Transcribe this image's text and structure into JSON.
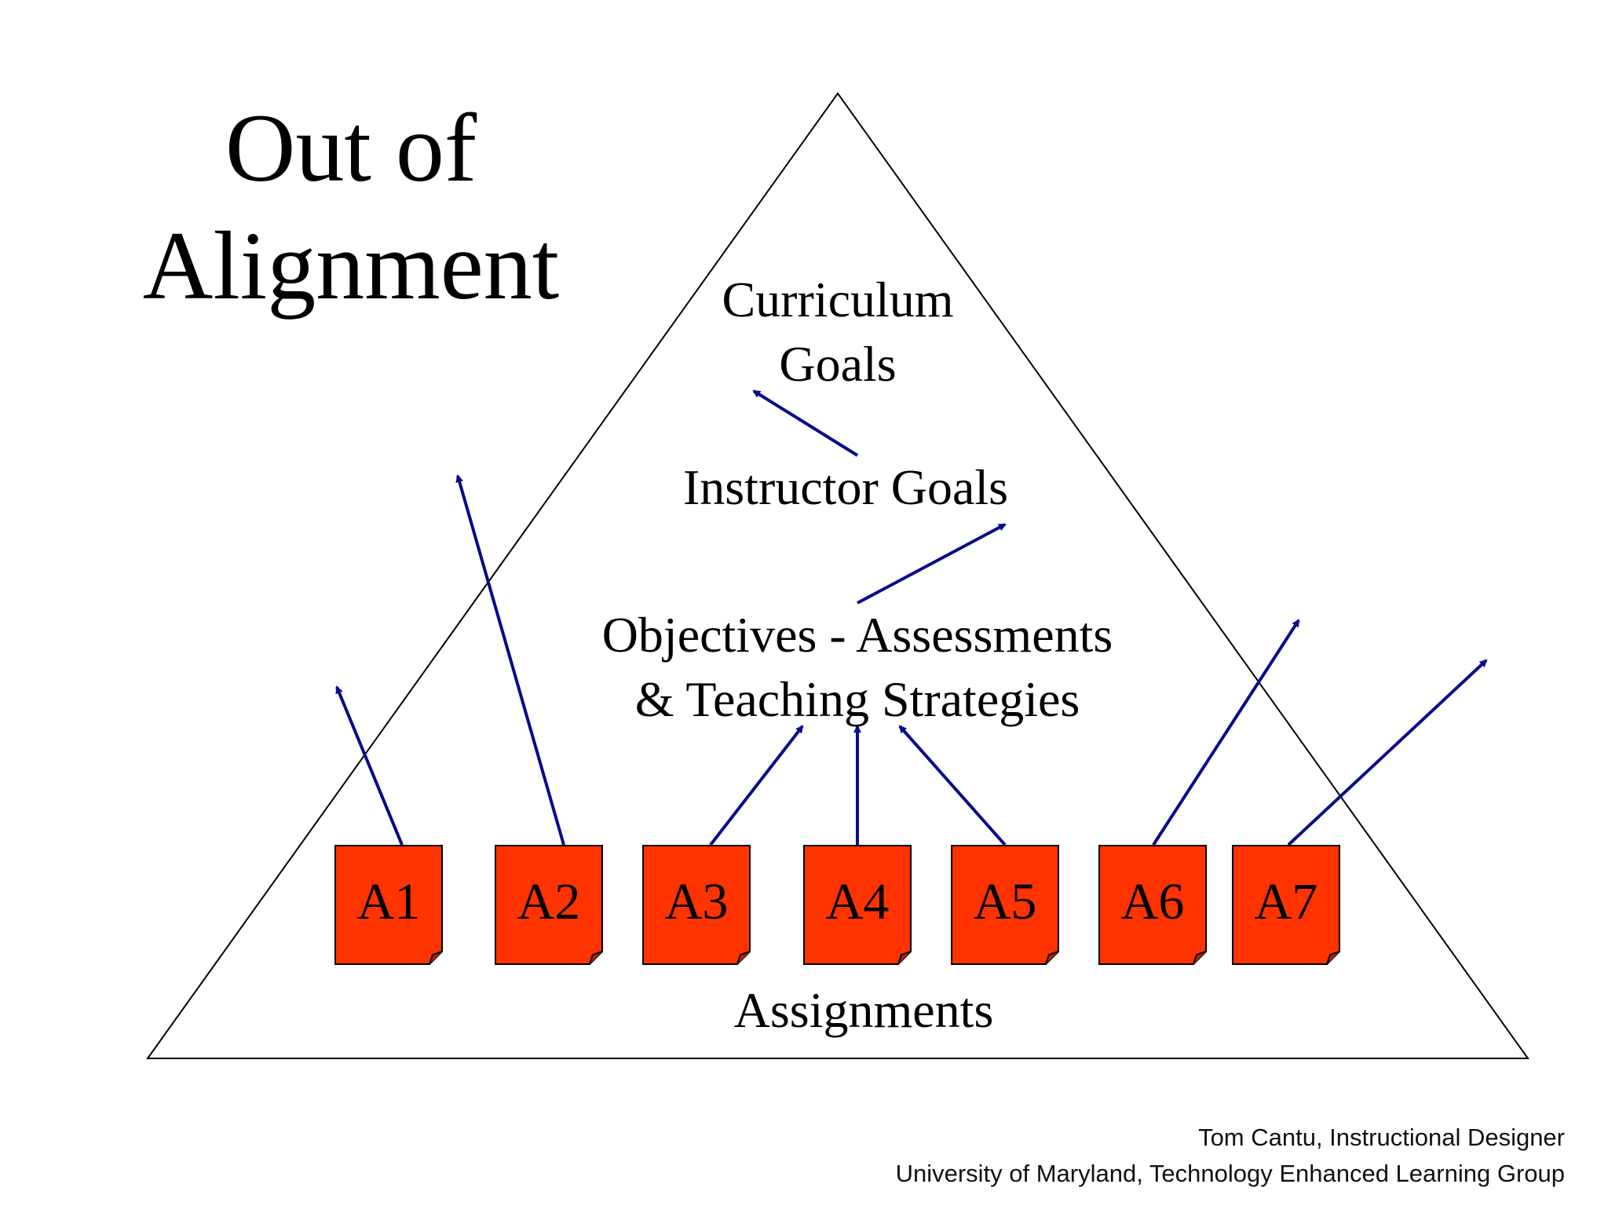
{
  "slide": {
    "title_line1": "Out of",
    "title_line2": "Alignment",
    "levels": {
      "curriculum_line1": "Curriculum",
      "curriculum_line2": "Goals",
      "instructor": "Instructor Goals",
      "objectives_line1": "Objectives - Assessments",
      "objectives_line2": "& Teaching Strategies",
      "assignments": "Assignments"
    },
    "assignment_boxes": [
      "A1",
      "A2",
      "A3",
      "A4",
      "A5",
      "A6",
      "A7"
    ],
    "credit_line1": "Tom Cantu, Instructional Designer",
    "credit_line2": "University of Maryland, Technology Enhanced Learning Group"
  },
  "colors": {
    "box_fill": "#ff3300",
    "arrow": "#0a0a8c",
    "outline": "#000000"
  },
  "icons": {
    "box_corner": "folded-corner-icon",
    "arrowhead": "arrowhead-icon"
  }
}
